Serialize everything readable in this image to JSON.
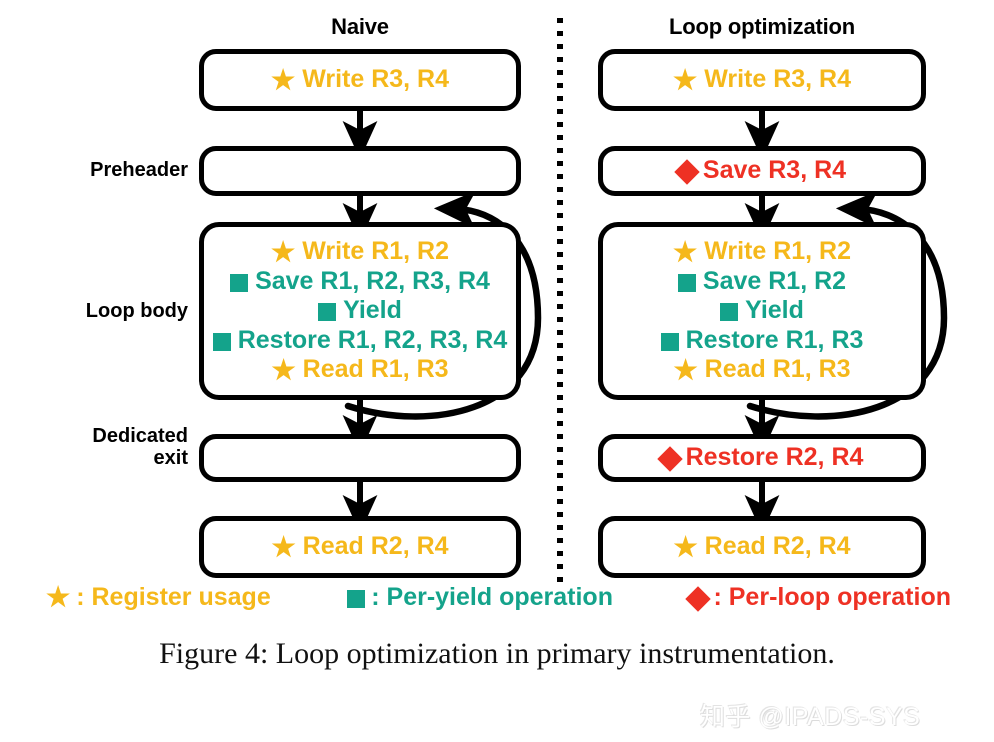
{
  "figure": {
    "caption": "Figure 4: Loop optimization in primary instrumentation.",
    "watermark": "知乎 @IPADS-SYS"
  },
  "colors": {
    "register_usage": "#F5B81B",
    "per_yield": "#14A38B",
    "per_loop": "#EE3124",
    "outline": "#000000",
    "background": "#FFFFFF"
  },
  "columns": {
    "left": {
      "title": "Naive"
    },
    "right": {
      "title": "Loop optimization"
    }
  },
  "row_labels": {
    "preheader": "Preheader",
    "loop_body": "Loop body",
    "dedicated_exit": "Dedicated\nexit"
  },
  "naive": {
    "entry": {
      "lines": [
        {
          "icon": "star-icon",
          "color": "register_usage",
          "text": "Write R3, R4"
        }
      ]
    },
    "preheader": {
      "lines": []
    },
    "loop_body": {
      "lines": [
        {
          "icon": "star-icon",
          "color": "register_usage",
          "text": "Write R1, R2"
        },
        {
          "icon": "square-icon",
          "color": "per_yield",
          "text": "Save R1, R2, R3, R4"
        },
        {
          "icon": "square-icon",
          "color": "per_yield",
          "text": "Yield"
        },
        {
          "icon": "square-icon",
          "color": "per_yield",
          "text": "Restore R1, R2, R3, R4"
        },
        {
          "icon": "star-icon",
          "color": "register_usage",
          "text": "Read R1, R3"
        }
      ]
    },
    "dedicated_exit": {
      "lines": []
    },
    "exit_block": {
      "lines": [
        {
          "icon": "star-icon",
          "color": "register_usage",
          "text": "Read R2, R4"
        }
      ]
    }
  },
  "loop_optimization": {
    "entry": {
      "lines": [
        {
          "icon": "star-icon",
          "color": "register_usage",
          "text": "Write R3, R4"
        }
      ]
    },
    "preheader": {
      "lines": [
        {
          "icon": "diamond-icon",
          "color": "per_loop",
          "text": "Save R3, R4"
        }
      ]
    },
    "loop_body": {
      "lines": [
        {
          "icon": "star-icon",
          "color": "register_usage",
          "text": "Write R1, R2"
        },
        {
          "icon": "square-icon",
          "color": "per_yield",
          "text": "Save R1, R2"
        },
        {
          "icon": "square-icon",
          "color": "per_yield",
          "text": "Yield"
        },
        {
          "icon": "square-icon",
          "color": "per_yield",
          "text": "Restore R1, R3"
        },
        {
          "icon": "star-icon",
          "color": "register_usage",
          "text": "Read R1, R3"
        }
      ]
    },
    "dedicated_exit": {
      "lines": [
        {
          "icon": "diamond-icon",
          "color": "per_loop",
          "text": "Restore R2, R4"
        }
      ]
    },
    "exit_block": {
      "lines": [
        {
          "icon": "star-icon",
          "color": "register_usage",
          "text": "Read R2, R4"
        }
      ]
    }
  },
  "legend": [
    {
      "icon": "star-icon",
      "color": "register_usage",
      "text": ": Register usage"
    },
    {
      "icon": "square-icon",
      "color": "per_yield",
      "text": ": Per-yield operation"
    },
    {
      "icon": "diamond-icon",
      "color": "per_loop",
      "text": ": Per-loop operation"
    }
  ]
}
